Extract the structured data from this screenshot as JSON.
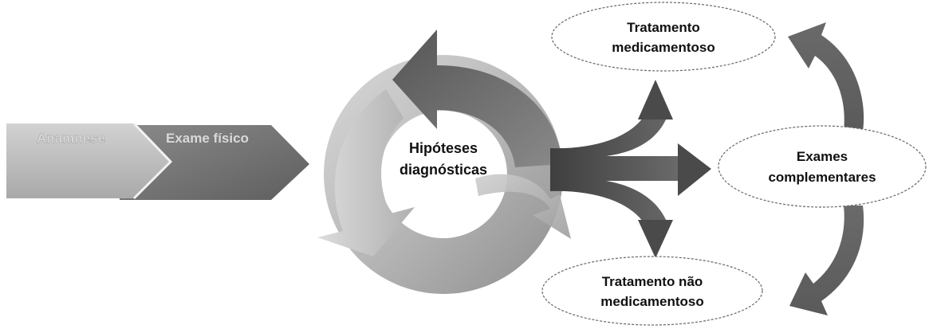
{
  "process": {
    "step1": "Anamnese",
    "step2": "Exame físico"
  },
  "center": {
    "line1": "Hipóteses",
    "line2": "diagnósticas"
  },
  "outcomes": {
    "top_line1": "Tratamento",
    "top_line2": "medicamentoso",
    "middle_line1": "Exames",
    "middle_line2": "complementares",
    "bottom_line1": "Tratamento não",
    "bottom_line2": "medicamentoso"
  },
  "colors": {
    "chevron_light": "#bdbdbd",
    "chevron_dark": "#6f6f6f",
    "cycle_dark": "#5a5a5a",
    "cycle_light": "#c8c8c8",
    "arrow_dark": "#4a4a4a",
    "ellipse_stroke": "#666666"
  }
}
